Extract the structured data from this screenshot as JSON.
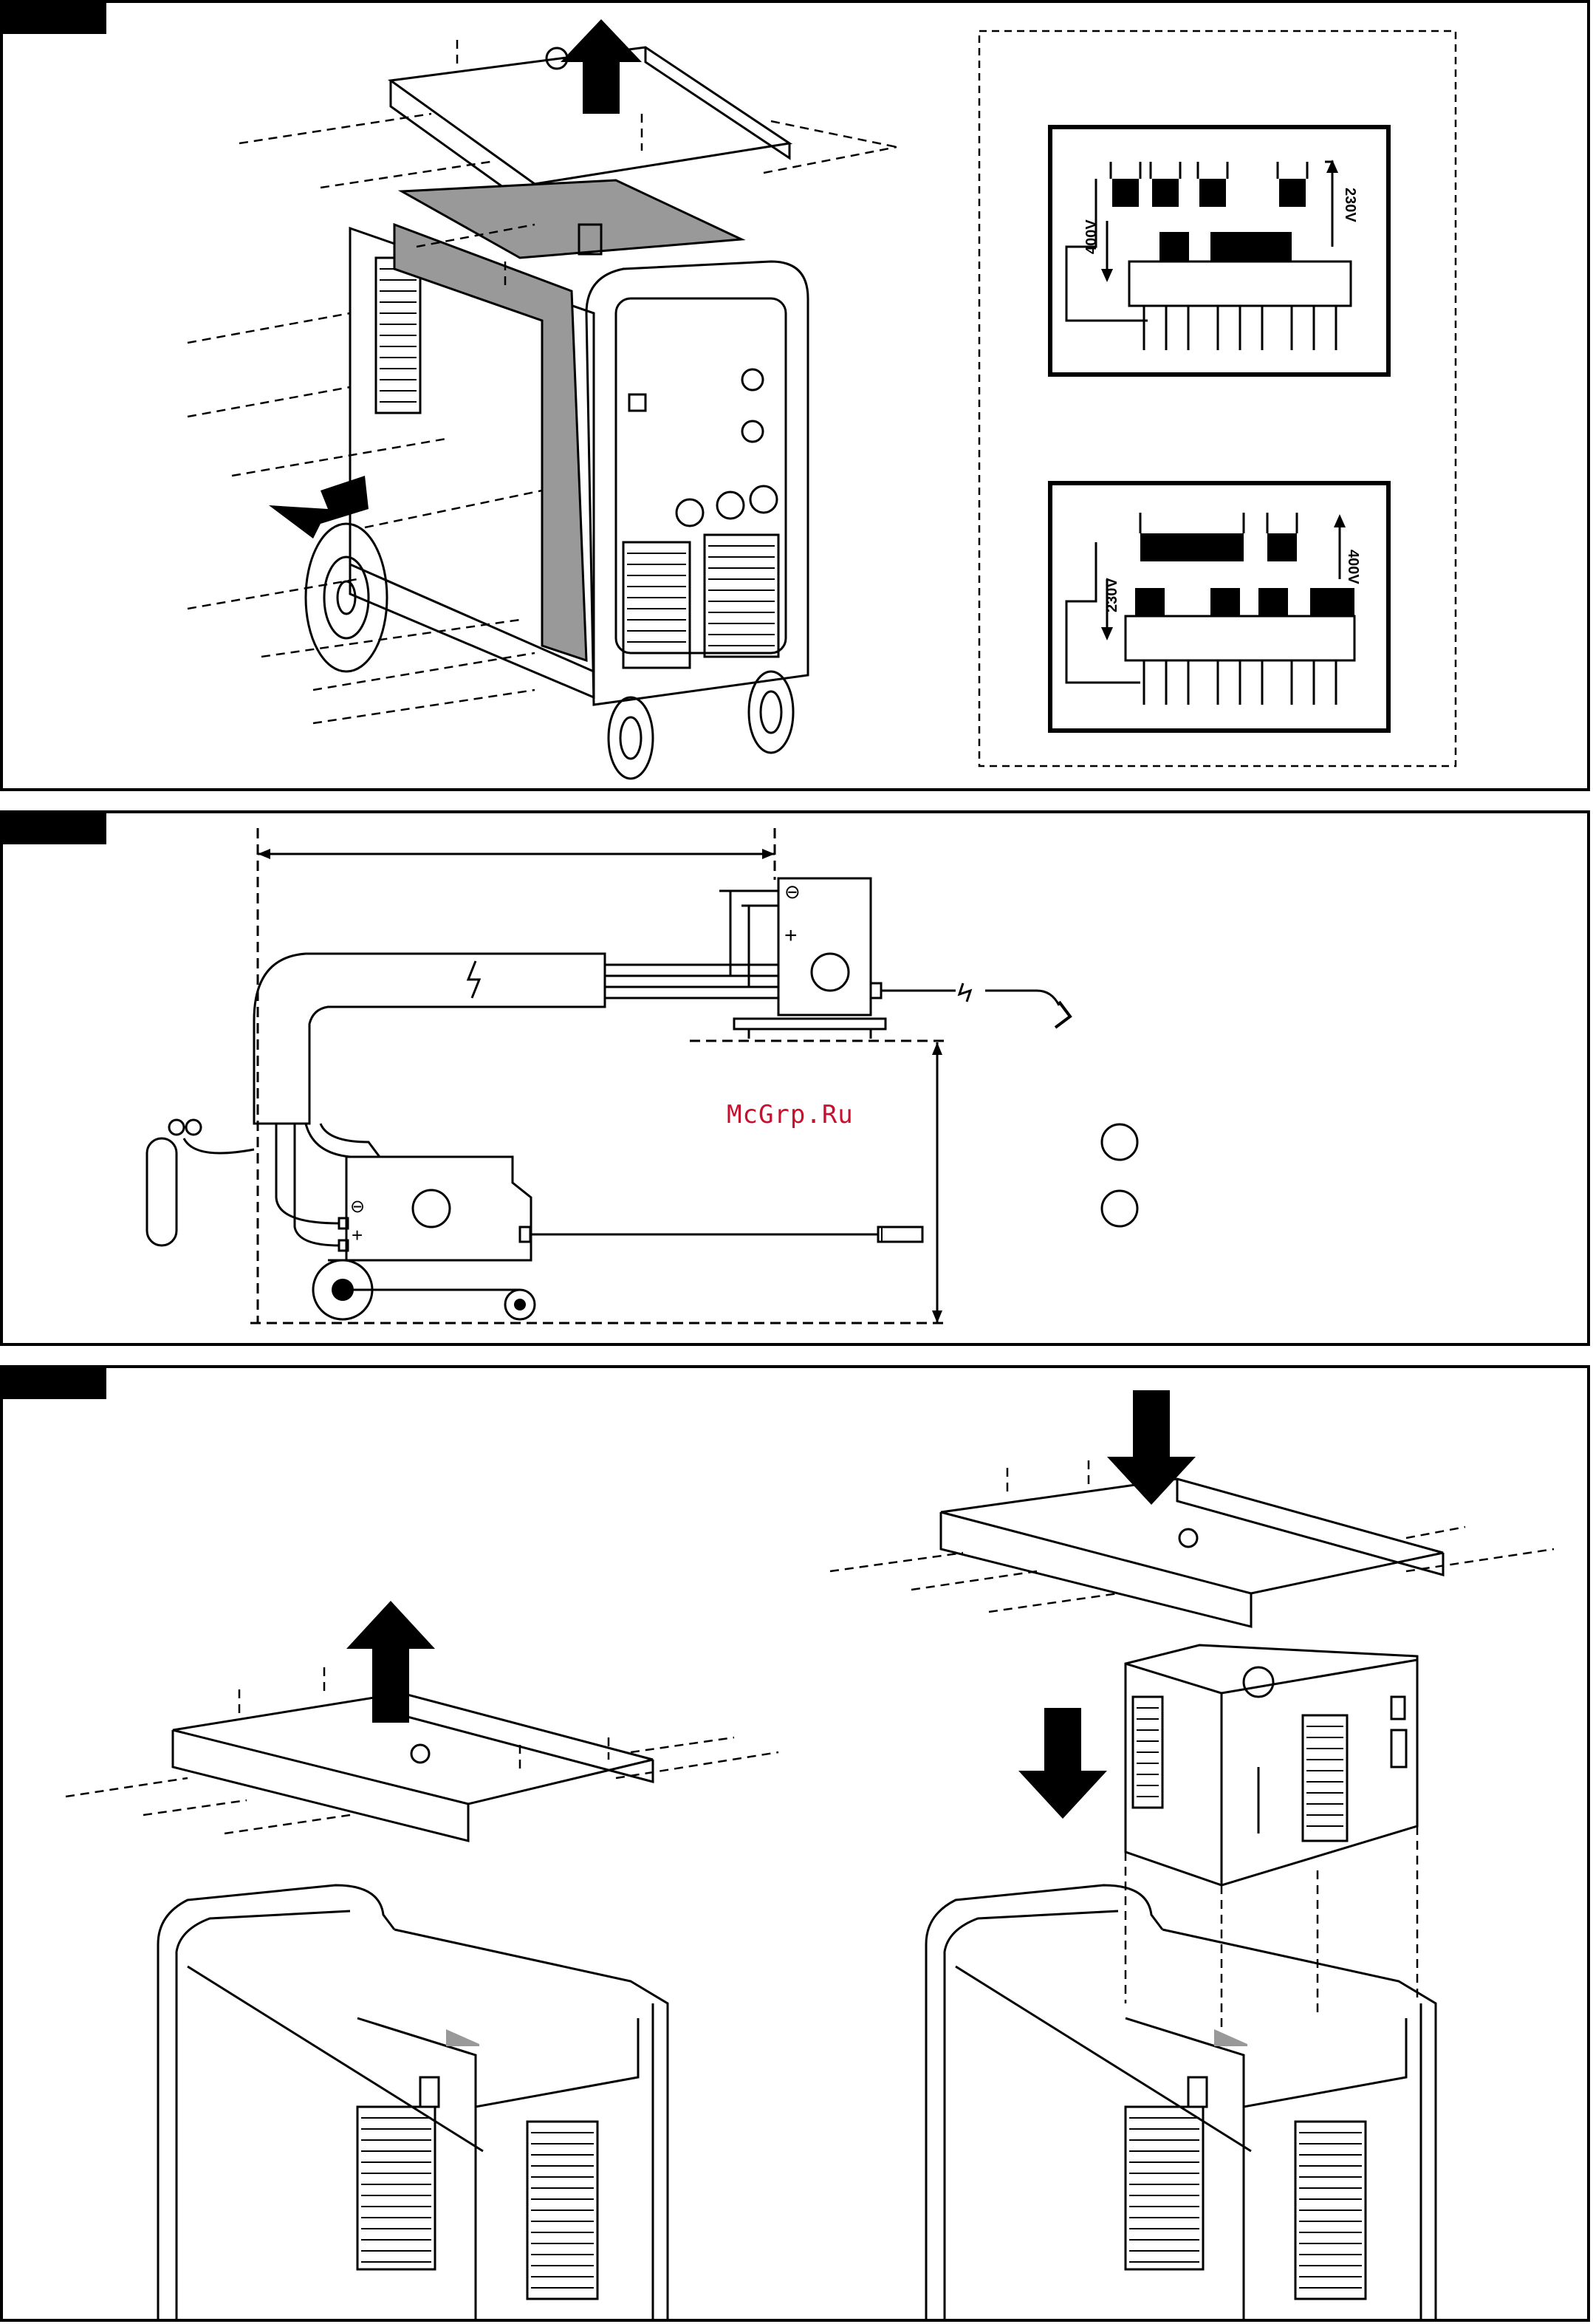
{
  "panels": [
    {
      "id": "panel-1",
      "tag": ""
    },
    {
      "id": "panel-2",
      "tag": ""
    },
    {
      "id": "panel-3",
      "tag": ""
    }
  ],
  "voltage_labels": {
    "top_box_left": "400V",
    "top_box_right": "230V",
    "bottom_box_left": "230V",
    "bottom_box_right": "400V"
  },
  "symbols": {
    "plus": "+",
    "gas": "⊖"
  },
  "watermark": "McGrp.Ru",
  "colors": {
    "line": "#000000",
    "panel_fill": "#999999",
    "watermark": "#c8102e"
  }
}
